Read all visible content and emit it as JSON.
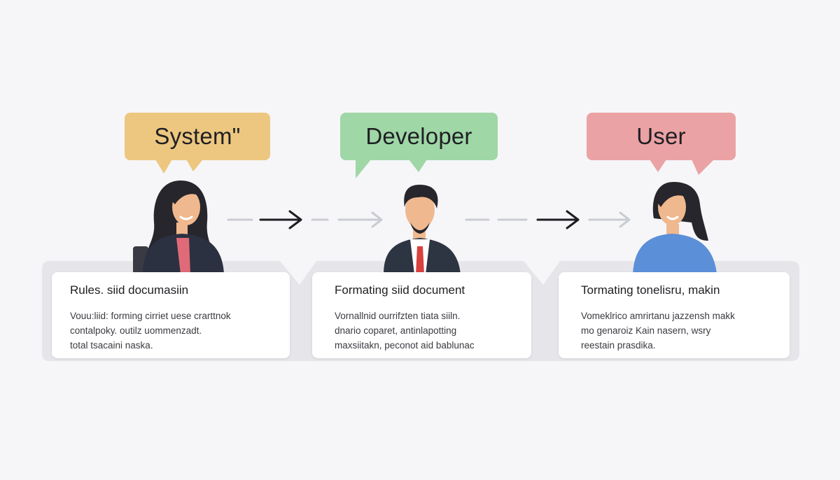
{
  "roles": [
    {
      "label": "System\"",
      "color": "#edc780",
      "title": "Rules. siid documasiin",
      "body": [
        "Vouu:liid: forming cirriet uese crarttnok",
        "contalpoky. outilz uommenzadt.",
        "total tsacaini naska."
      ]
    },
    {
      "label": "Developer",
      "color": "#9fd7a6",
      "title": "Formating siid document",
      "body": [
        "Vornallnid ourrifzten tiata siiln.",
        "dnario coparet, antinlapotting",
        "maxsiitakn, peconot aid bablunac"
      ]
    },
    {
      "label": "User",
      "color": "#eba2a4",
      "title": "Tormating tonelisru, makin",
      "body": [
        "Vomeklrico amrirtanu jazzensh makk",
        "mo genaroiz Kain nasern, wsry",
        "reestain prasdika."
      ]
    }
  ],
  "colors": {
    "background": "#f6f6f9",
    "track": "#e6e6ea",
    "card": "#ffffff",
    "arrow": "#1d1d22",
    "dash": "#c9ccd2",
    "skin": "#f0b88e",
    "hair": "#26262c"
  },
  "icons": [
    "woman-avatar-icon",
    "man-avatar-icon",
    "woman-avatar-icon",
    "right-arrow-icon"
  ]
}
